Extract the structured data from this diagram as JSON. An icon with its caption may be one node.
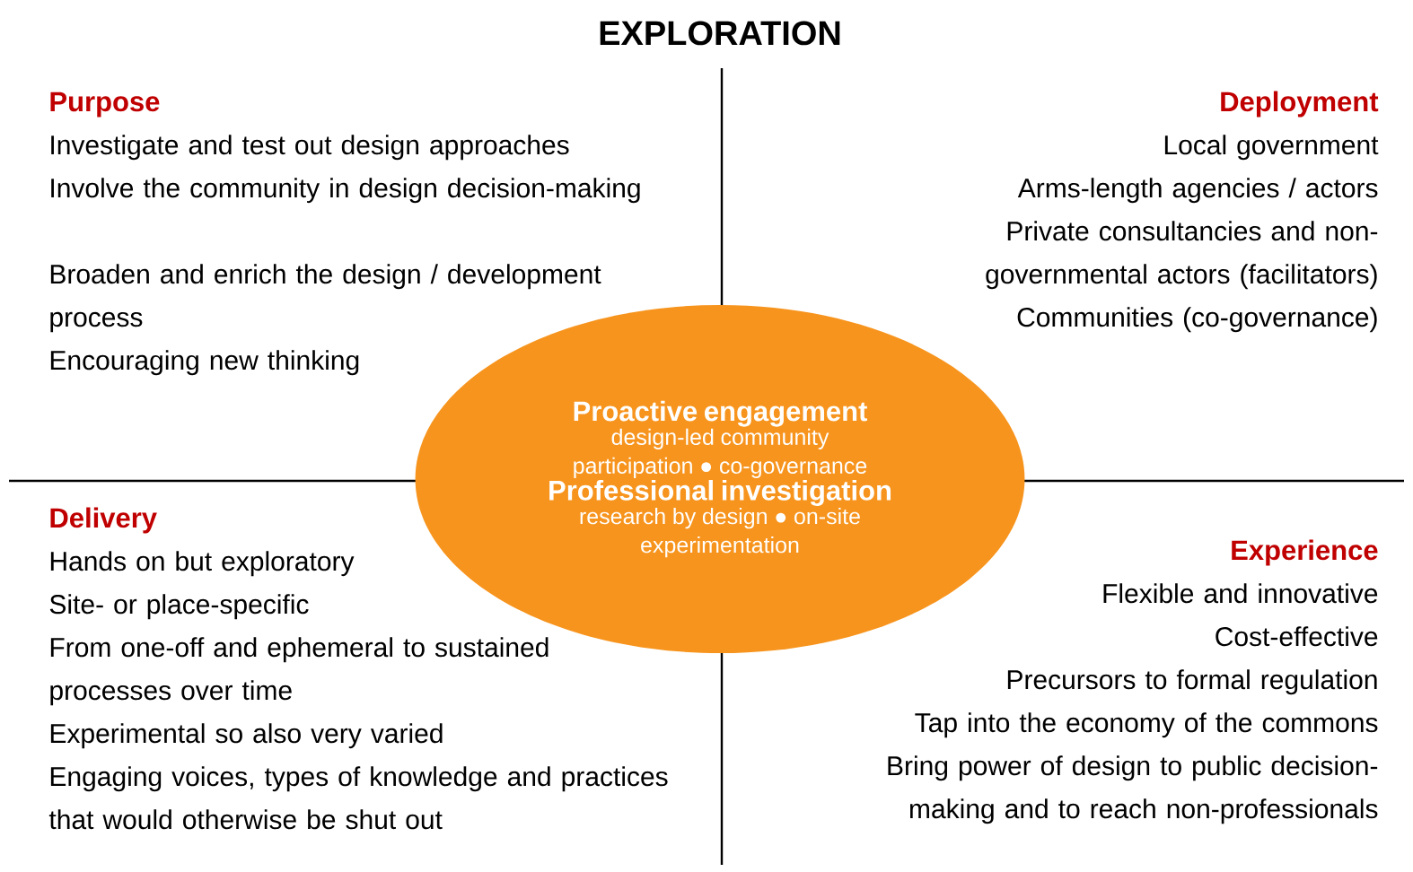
{
  "diagram": {
    "title": "EXPLORATION",
    "nodes": [
      {
        "text": [
          "Proactive engagement",
          "design-led community participation ● co-governance",
          "Professional investigation",
          "research by design ● on-site experimentation"
        ]
      }
    ],
    "labels": [
      "Purpose",
      "Investigate and test out design approaches",
      "Involve the community in design decision-making",
      "Broaden and enrich the design / development process",
      "Encouraging new thinking",
      "Deployment",
      "Local government",
      "Arms-length agencies / actors",
      "Private consultancies and non-governmental actors (facilitators)",
      "Communities (co-governance)",
      "Delivery",
      "Hands on but exploratory",
      "Site- or place-specific",
      "From one-off and ephemeral to sustained processes over time",
      "Experimental so also very varied",
      "Engaging voices, types of knowledge and practices that would otherwise be shut out",
      "Experience",
      "Flexible and innovative",
      "Cost-effective",
      "Precursors to formal regulation",
      "Tap into the economy of the commons",
      "Bring power of design to public decision-making and to reach non-professionals"
    ]
  }
}
